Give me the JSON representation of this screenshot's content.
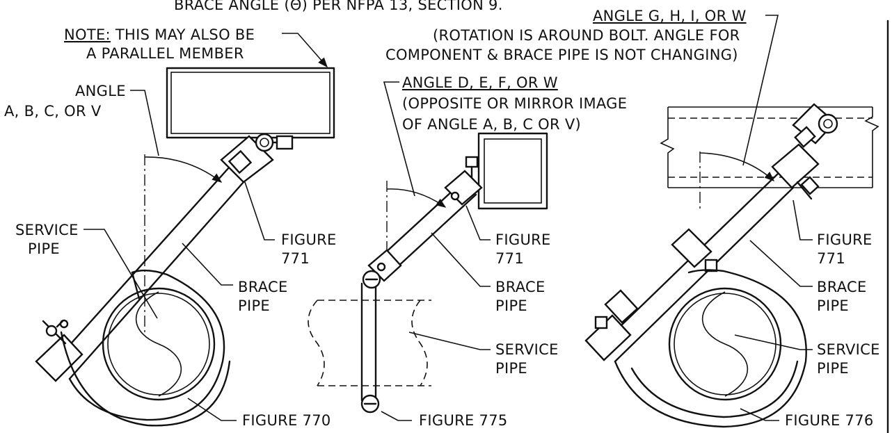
{
  "header": {
    "top_note": "BRACE ANGLE (Θ) PER NFPA 13, SECTION 9."
  },
  "fig770": {
    "note_u": "NOTE:",
    "note_rest": " THIS MAY ALSO BE",
    "note_line2": "A PARALLEL MEMBER",
    "angle_word": "ANGLE",
    "angle_letters": "A, B, C, OR V",
    "service_1": "SERVICE",
    "service_2": "PIPE",
    "brace_1": "BRACE",
    "brace_2": "PIPE",
    "fig771_1": "FIGURE",
    "fig771_2": "771",
    "caption": "FIGURE 770"
  },
  "fig775": {
    "angle_line1": "ANGLE D, E, F, OR W",
    "paren_line1": "(OPPOSITE OR MIRROR IMAGE",
    "paren_line2": "OF ANGLE A, B, C OR V)",
    "fig771_1": "FIGURE",
    "fig771_2": "771",
    "brace_1": "BRACE",
    "brace_2": "PIPE",
    "service_1": "SERVICE",
    "service_2": "PIPE",
    "caption": "FIGURE 775"
  },
  "fig776": {
    "angle_line1": "ANGLE G, H, I, OR W",
    "rot_line1": "(ROTATION IS AROUND BOLT. ANGLE FOR",
    "rot_line2": "COMPONENT & BRACE PIPE IS NOT CHANGING)",
    "fig771_1": "FIGURE",
    "fig771_2": "771",
    "brace_1": "BRACE",
    "brace_2": "PIPE",
    "service_1": "SERVICE",
    "service_2": "PIPE",
    "caption": "FIGURE 776"
  }
}
